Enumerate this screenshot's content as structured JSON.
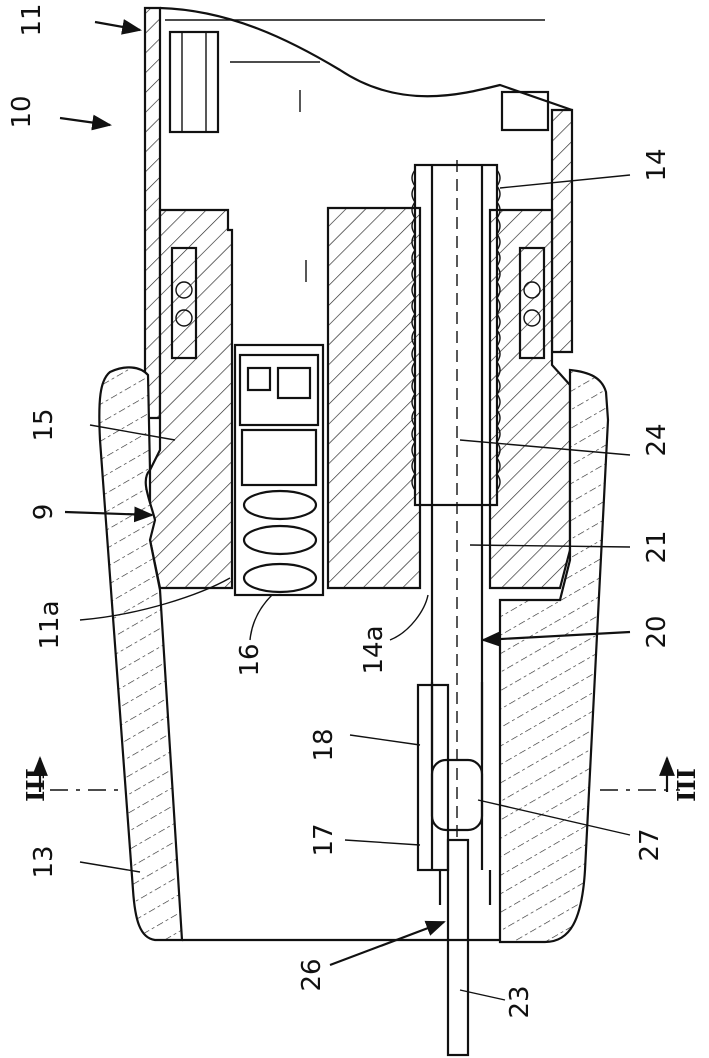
{
  "figure": {
    "reference_numerals": {
      "n11": "11",
      "n10": "10",
      "n14": "14",
      "n15": "15",
      "n24": "24",
      "n9": "9",
      "n21": "21",
      "n11a": "11a",
      "n16": "16",
      "n14a": "14a",
      "n20": "20",
      "n18": "18",
      "n3_left": "III",
      "n3_right": "III",
      "n17": "17",
      "n27": "27",
      "n13": "13",
      "n26": "26",
      "n23": "23"
    }
  }
}
